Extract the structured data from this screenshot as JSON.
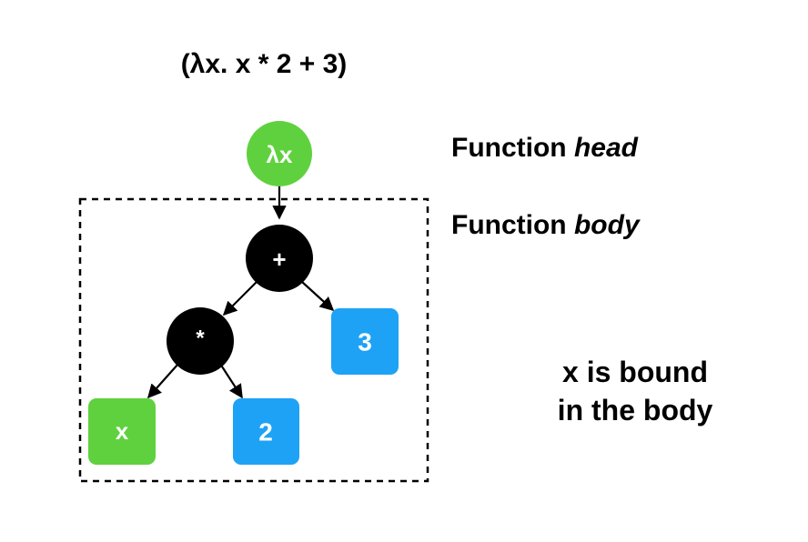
{
  "expression": "(λx. x * 2 + 3)",
  "labels": {
    "head_prefix": "Function ",
    "head_emphasis": "head",
    "body_prefix": "Function ",
    "body_emphasis": "body",
    "bound_line1": "x is bound",
    "bound_line2": "in the body"
  },
  "nodes": {
    "lambda": "λx",
    "plus": "+",
    "times": "*",
    "var_x": "x",
    "const_2": "2",
    "const_3": "3"
  },
  "colors": {
    "binder_green": "#5fd13f",
    "operator_black": "#000000",
    "constant_blue": "#1ea2f5",
    "text_white": "#ffffff",
    "dashed_box": "#000000"
  }
}
